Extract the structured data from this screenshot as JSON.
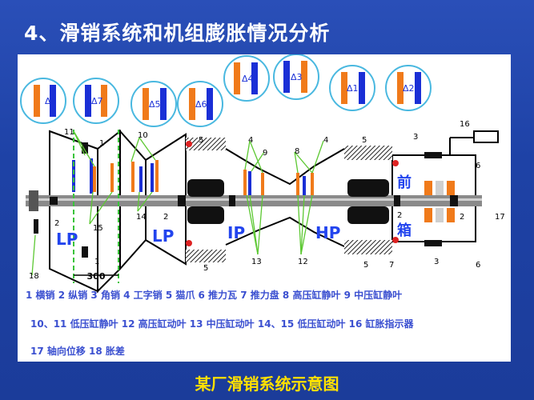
{
  "title": "4、滑销系统和机组膨胀情况分析",
  "caption": "某厂滑销系统示意图",
  "diagram": {
    "delta_labels": [
      "Δ8",
      "Δ7",
      "Δ5",
      "Δ6",
      "Δ4",
      "Δ3",
      "Δ1",
      "Δ2"
    ],
    "section_labels": [
      "LP",
      "LP",
      "IP",
      "HP"
    ],
    "box_labels": [
      "前",
      "箱"
    ],
    "dimension": "300",
    "callouts": [
      "11",
      "1",
      "10",
      "5",
      "4",
      "9",
      "8",
      "4",
      "5",
      "3",
      "16",
      "6",
      "2",
      "14",
      "2",
      "15",
      "1",
      "5",
      "13",
      "12",
      "5",
      "7",
      "3",
      "6",
      "17",
      "18",
      "2",
      "2"
    ]
  },
  "legend": {
    "line1": "1 横销   2 纵销   3 角销   4 工字销   5 猫爪   6 推力瓦   7 推力盘   8 高压缸静叶   9 中压缸静叶",
    "line2": "10、11 低压缸静叶   12 高压缸动叶   13 中压缸动叶   14、15 低压缸动叶   16 缸胀指示器",
    "line3": "17 轴向位移   18 胀差"
  },
  "colors": {
    "background": "#1d3f9e",
    "title": "#ffffff",
    "caption": "#ffe000",
    "legend": "#3a4fd0",
    "orange_bar": "#f07a1a",
    "blue_bar": "#1a2fd6",
    "circle_line": "#49b8e0",
    "callout_line": "#5cc832",
    "dashed_guide": "#39c43a",
    "section_text": "#2244ee",
    "shaft": "#8a8a8a"
  }
}
